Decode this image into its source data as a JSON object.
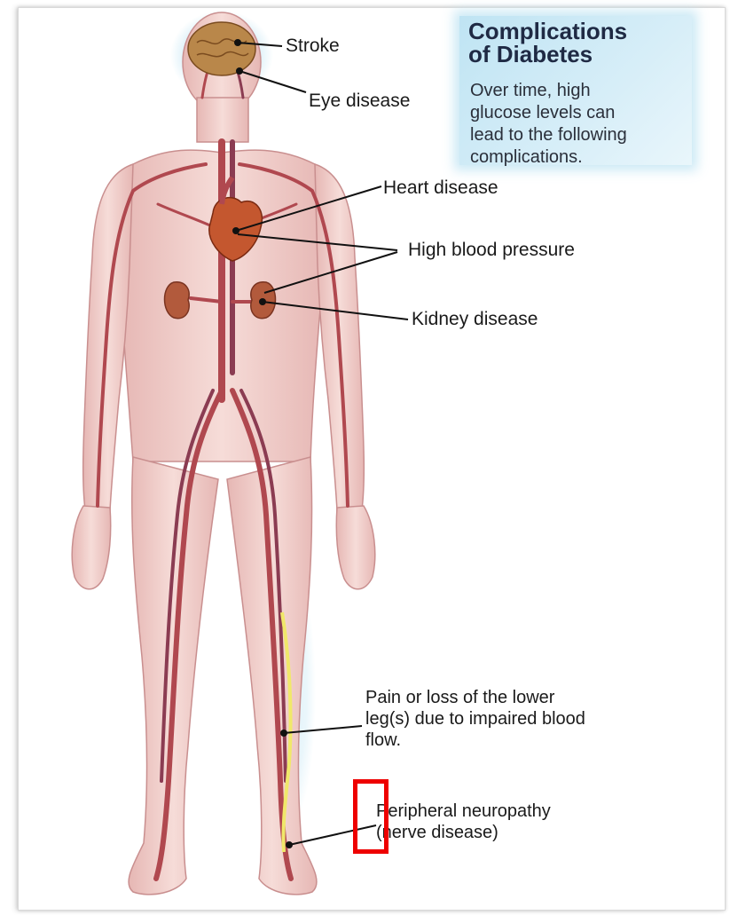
{
  "title": "Complications\nof  Diabetes",
  "subtitle": "Over time, high\nglucose levels can\nlead to the following\ncomplications.",
  "labels": {
    "stroke": "Stroke",
    "eye_disease": "Eye disease",
    "heart_disease": "Heart disease",
    "high_blood_pressure": "High blood pressure",
    "kidney_disease": "Kidney disease",
    "lower_leg": "Pain or loss of the lower\nleg(s) due to impaired blood\nflow.",
    "neuropathy": "Peripheral neuropathy\n(nerve disease)"
  },
  "colors": {
    "skin": "#f2cfcb",
    "skin_edge": "#c98f8f",
    "artery": "#b0484f",
    "vein": "#8b3c52",
    "organ": "#c4572f",
    "nerve": "#f0e86a",
    "highlight": "#ee0000",
    "glow": "#bfe4f3"
  }
}
